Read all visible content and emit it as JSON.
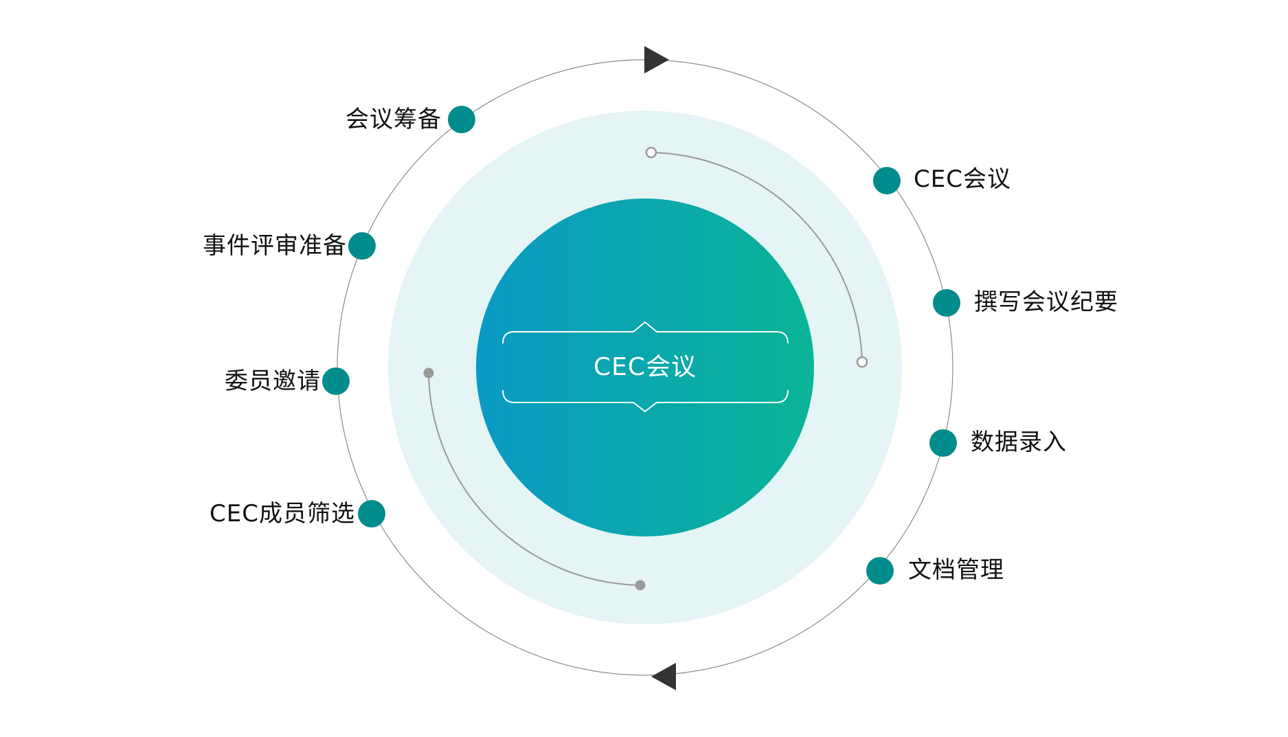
{
  "diagram": {
    "center_title": "CEC会议",
    "steps": [
      {
        "label": "会议筹备",
        "side": "left"
      },
      {
        "label": "事件评审准备",
        "side": "left"
      },
      {
        "label": "委员邀请",
        "side": "left"
      },
      {
        "label": "CEC成员筛选",
        "side": "left"
      },
      {
        "label": "CEC会议",
        "side": "right"
      },
      {
        "label": "撰写会议纪要",
        "side": "right"
      },
      {
        "label": "数据录入",
        "side": "right"
      },
      {
        "label": "文档管理",
        "side": "right"
      }
    ],
    "flow_direction": "clockwise",
    "icons": {
      "top_arrow": "triangle-right-icon",
      "bottom_arrow": "triangle-left-icon"
    }
  },
  "colors": {
    "dot": "#008c8c",
    "halo": "#e5f4f5",
    "gradient_start": "#0a9ac4",
    "gradient_end": "#0ab496",
    "ring_line": "#8a8a8a",
    "arrow": "#333333",
    "text": "#111111",
    "center_text": "#ffffff"
  }
}
